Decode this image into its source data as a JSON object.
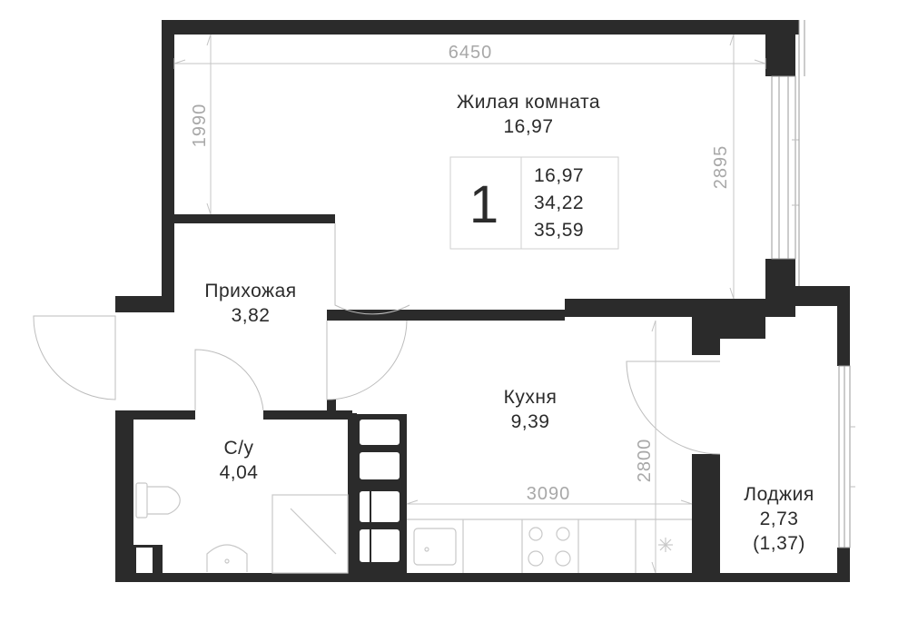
{
  "rooms": {
    "living": {
      "name": "Жилая комната",
      "area": "16,97"
    },
    "hallway": {
      "name": "Прихожая",
      "area": "3,82"
    },
    "bathroom": {
      "name": "С/у",
      "area": "4,04"
    },
    "kitchen": {
      "name": "Кухня",
      "area": "9,39"
    },
    "loggia": {
      "name": "Лоджия",
      "area": "2,73",
      "reduced_area": "(1,37)"
    }
  },
  "summary": {
    "rooms_count": "1",
    "living_area": "16,97",
    "total_area": "34,22",
    "total_area_with_loggia": "35,59"
  },
  "dimensions": {
    "living_width": "6450",
    "living_height_left": "1990",
    "living_height_right": "2895",
    "kitchen_width": "3090",
    "kitchen_height": "2800"
  },
  "colors": {
    "wall": "#2b2b2b",
    "dimension": "#a8a8a8",
    "text": "#2b2b2b"
  }
}
